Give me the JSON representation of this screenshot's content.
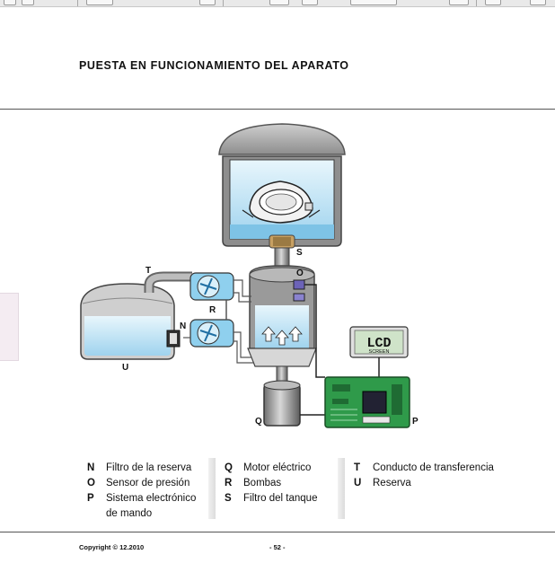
{
  "header": {
    "title": "PUESTA EN FUNCIONAMIENTO DEL APARATO"
  },
  "diagram": {
    "labels": {
      "S": "S",
      "O": "O",
      "T": "T",
      "R": "R",
      "N": "N",
      "U": "U",
      "Q": "Q",
      "P": "P"
    },
    "lcd": {
      "main": "LCD",
      "sub": "SCREEN"
    },
    "colors": {
      "water": "#bfe4f5",
      "water_dark": "#7ec3e6",
      "housing": "#9a9a9a",
      "board": "#2f9a4a",
      "lcd": "#cfe3c9"
    }
  },
  "legend": {
    "columns": [
      [
        {
          "key": "N",
          "text": "Filtro de la reserva"
        },
        {
          "key": "O",
          "text": "Sensor de presión"
        },
        {
          "key": "P",
          "text": "Sistema electrónico",
          "text2": "de mando"
        }
      ],
      [
        {
          "key": "Q",
          "text": "Motor eléctrico"
        },
        {
          "key": "R",
          "text": "Bombas"
        },
        {
          "key": "S",
          "text": "Filtro del tanque"
        }
      ],
      [
        {
          "key": "T",
          "text": "Conducto de transferencia"
        },
        {
          "key": "U",
          "text": "Reserva"
        }
      ]
    ]
  },
  "footer": {
    "copyright": "Copyright ©  12.2010",
    "page": "- 52 -"
  }
}
